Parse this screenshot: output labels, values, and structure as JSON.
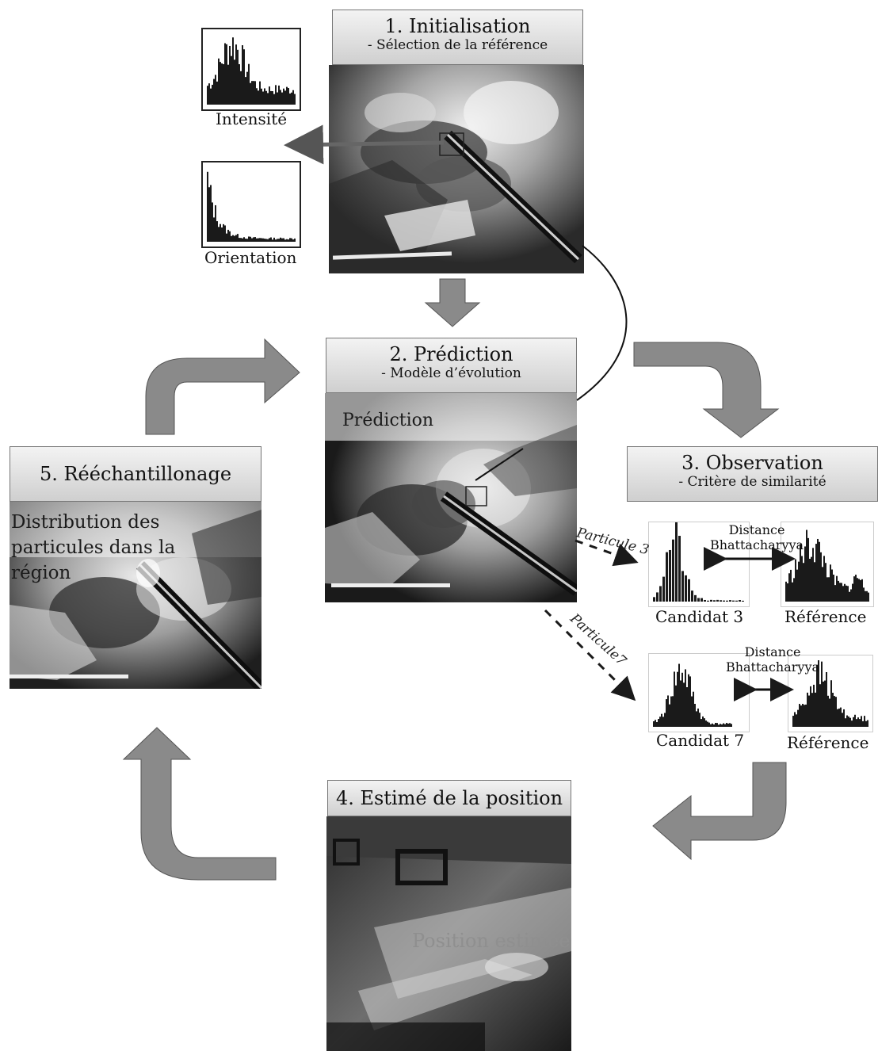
{
  "stages": {
    "s1": {
      "title": "1. Initialisation",
      "subtitle": "- Sélection de la référence"
    },
    "s2": {
      "title": "2. Prédiction",
      "subtitle": "- Modèle d’évolution",
      "image_label": "Prédiction"
    },
    "s3": {
      "title": "3. Observation",
      "subtitle": "- Critère de similarité"
    },
    "s4": {
      "title": "4. Estimé de la position",
      "image_label": "Position estimée"
    },
    "s5": {
      "title": "5. Rééchantillonage",
      "image_label_lines": [
        "Distribution des",
        "particules dans la",
        "région"
      ]
    }
  },
  "histograms": {
    "intensity_label": "Intensité",
    "orientation_label": "Orientation"
  },
  "observation": {
    "particle3_label": "Particule 3",
    "particle7_label": "Particule7",
    "distance_line1": "Distance",
    "distance_line2": "Bhattacharyya",
    "candidate3_label": "Candidat 3",
    "candidate7_label": "Candidat 7",
    "reference_label": "Référence"
  },
  "colors": {
    "flow_arrow": "#8a8a8a",
    "flow_arrow_edge": "#555555",
    "header_border": "#777777"
  }
}
